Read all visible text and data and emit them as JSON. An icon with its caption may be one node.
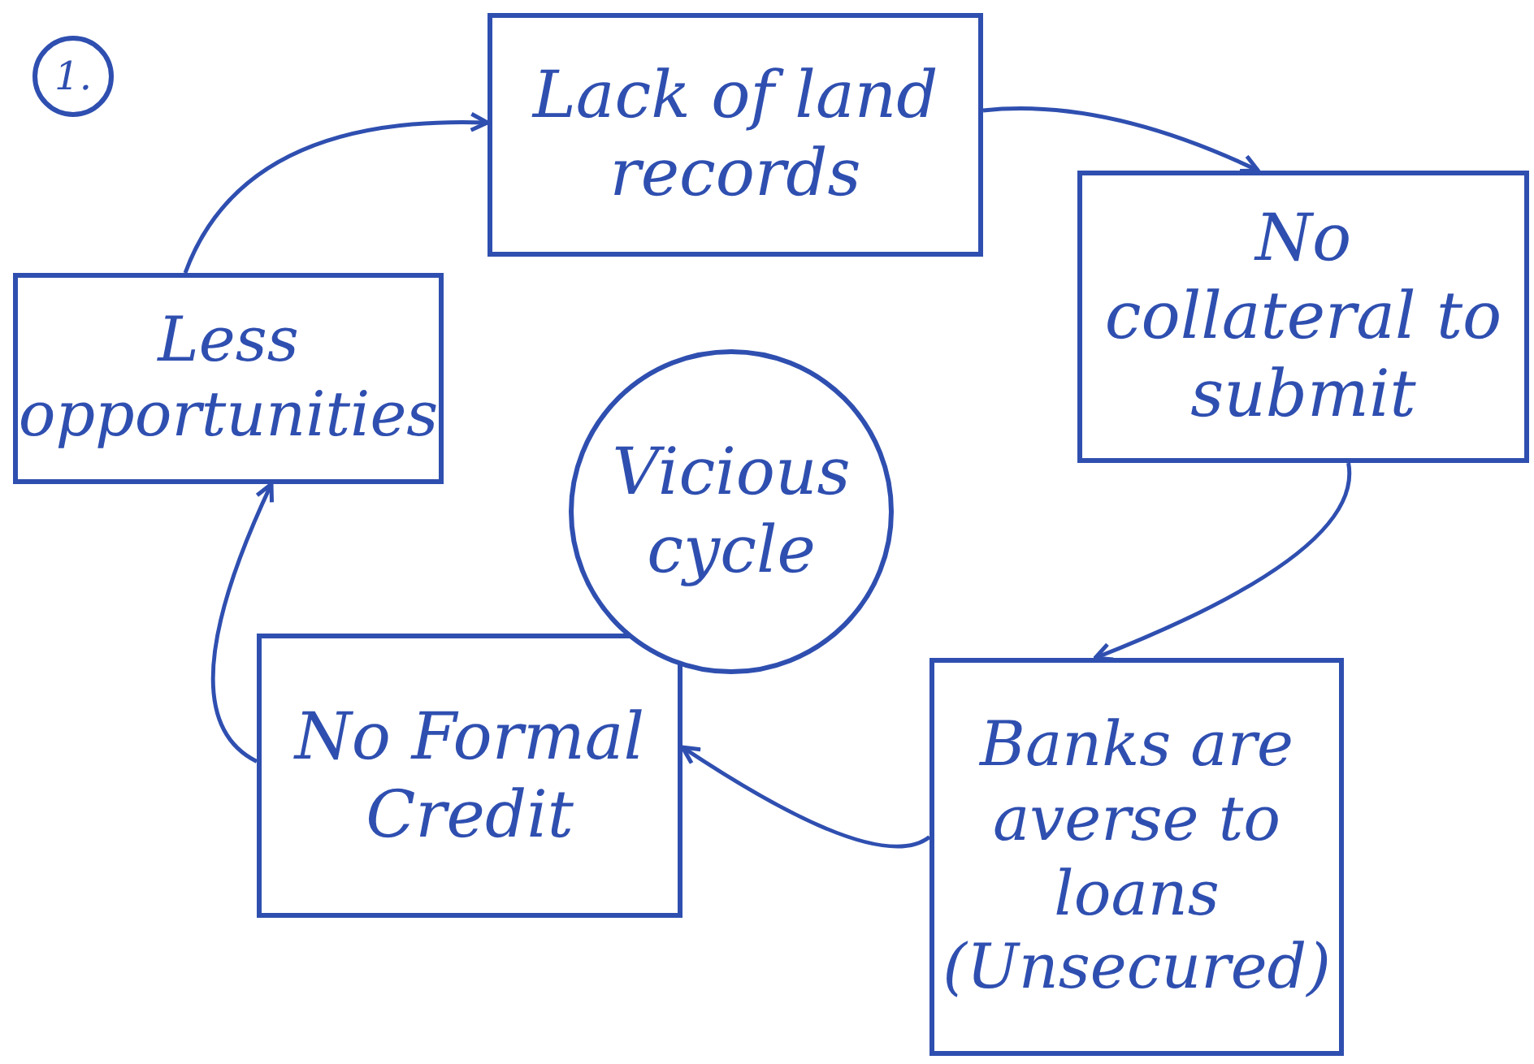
{
  "diagram": {
    "nodes": [
      {
        "text": [
          "1."
        ]
      },
      {
        "text": [
          "Lack of land records"
        ]
      },
      {
        "text": [
          "No collateral to submit"
        ]
      },
      {
        "text": [
          "Banks are averse to loans (Unsecured)"
        ]
      },
      {
        "text": [
          "No Formal Credit"
        ]
      },
      {
        "text": [
          "Less opportunities"
        ]
      },
      {
        "text": [
          "Vicious cycle"
        ]
      }
    ],
    "edges": [
      {
        "from": 5,
        "to": 1,
        "arrow": "to"
      },
      {
        "from": 1,
        "to": 2,
        "arrow": "to"
      },
      {
        "from": 2,
        "to": 3,
        "arrow": "to"
      },
      {
        "from": 3,
        "to": 4,
        "arrow": "to"
      },
      {
        "from": 4,
        "to": 5,
        "arrow": "to"
      }
    ]
  }
}
